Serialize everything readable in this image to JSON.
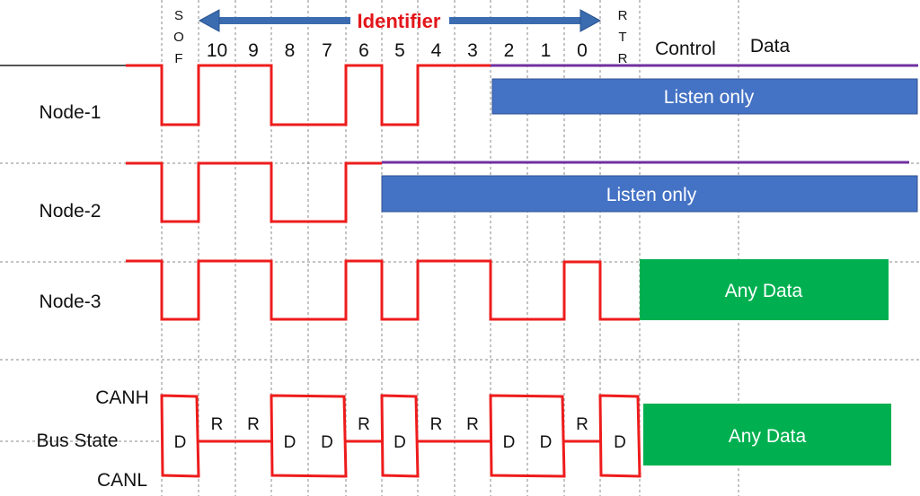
{
  "header": {
    "sof_label": "SOF",
    "rtr_label": "RTR",
    "identifier_label": "Identifier",
    "bit_labels": [
      "10",
      "9",
      "8",
      "7",
      "6",
      "5",
      "4",
      "3",
      "2",
      "1",
      "0"
    ],
    "control_label": "Control",
    "data_label": "Data"
  },
  "rows": {
    "node1": {
      "label": "Node-1",
      "box_text": "Listen only"
    },
    "node2": {
      "label": "Node-2",
      "box_text": "Listen only"
    },
    "node3": {
      "label": "Node-3",
      "box_text": "Any Data"
    },
    "bus": {
      "canh_label": "CANH",
      "state_label": "Bus State",
      "canl_label": "CANL",
      "box_text": "Any Data",
      "bits": [
        "D",
        "R",
        "R",
        "D",
        "D",
        "R",
        "D",
        "R",
        "R",
        "D",
        "D",
        "R",
        "D"
      ]
    }
  },
  "colors": {
    "signal": "#ee1c1c",
    "listen_box": "#4472c4",
    "data_box": "#00b050",
    "recessive_line": "#7030a0",
    "arrow": "#3b6cb0",
    "identifier_text": "#e3161b"
  }
}
